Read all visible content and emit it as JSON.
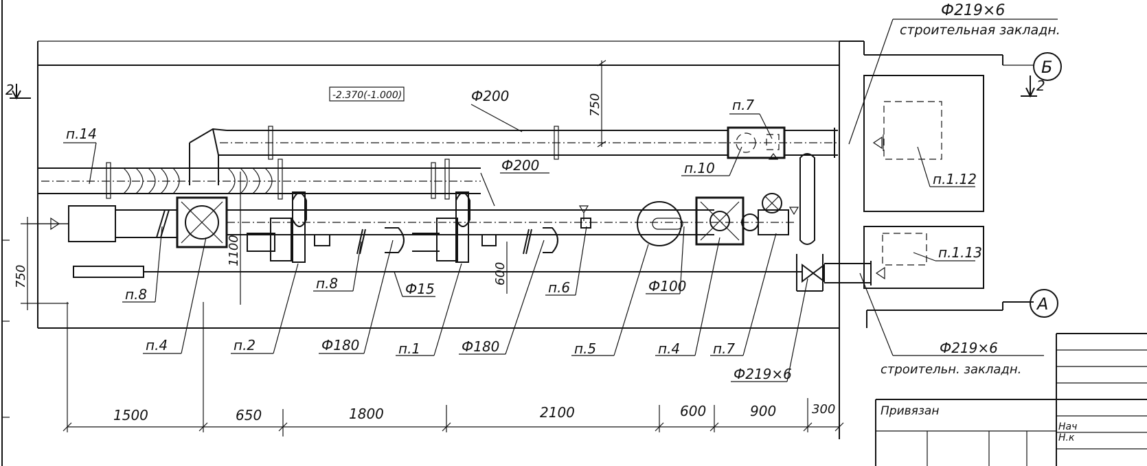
{
  "elevation": "-2.370(-1.000)",
  "pipe_top": "Ф200",
  "pipe_mid": "Ф200",
  "dim_750_top": "750",
  "dim_750_left": "750",
  "dim_1100": "1100",
  "dim_600_v": "600",
  "sleeve_top": {
    "size": "Ф219×6",
    "note": "строительная закладн."
  },
  "sleeve_bottom": {
    "size": "Ф219×6",
    "note": "строительн. закладн."
  },
  "section_left": "2",
  "section_right": "2",
  "axis_b": "Б",
  "axis_a": "А",
  "labels": {
    "p14": "п.14",
    "p7_top": "п.7",
    "p10": "п.10",
    "p112": "п.1.12",
    "p113": "п.1.13",
    "p8_left": "п.8",
    "p8_mid": "п.8",
    "f15": "Ф15",
    "p6": "п.6",
    "f100": "Ф100",
    "p4_left": "п.4",
    "p2": "п.2",
    "f180_a": "Ф180",
    "p1": "п.1",
    "f180_b": "Ф180",
    "p5": "п.5",
    "p4_right": "п.4",
    "p7_bottom": "п.7",
    "f219_bottom": "Ф219×6"
  },
  "bottom_dims": [
    "1500",
    "650",
    "1800",
    "2100",
    "600",
    "900",
    "300"
  ],
  "title_block": {
    "privyazan": "Привязан",
    "nach": "Нач",
    "nk": "Н.к"
  }
}
